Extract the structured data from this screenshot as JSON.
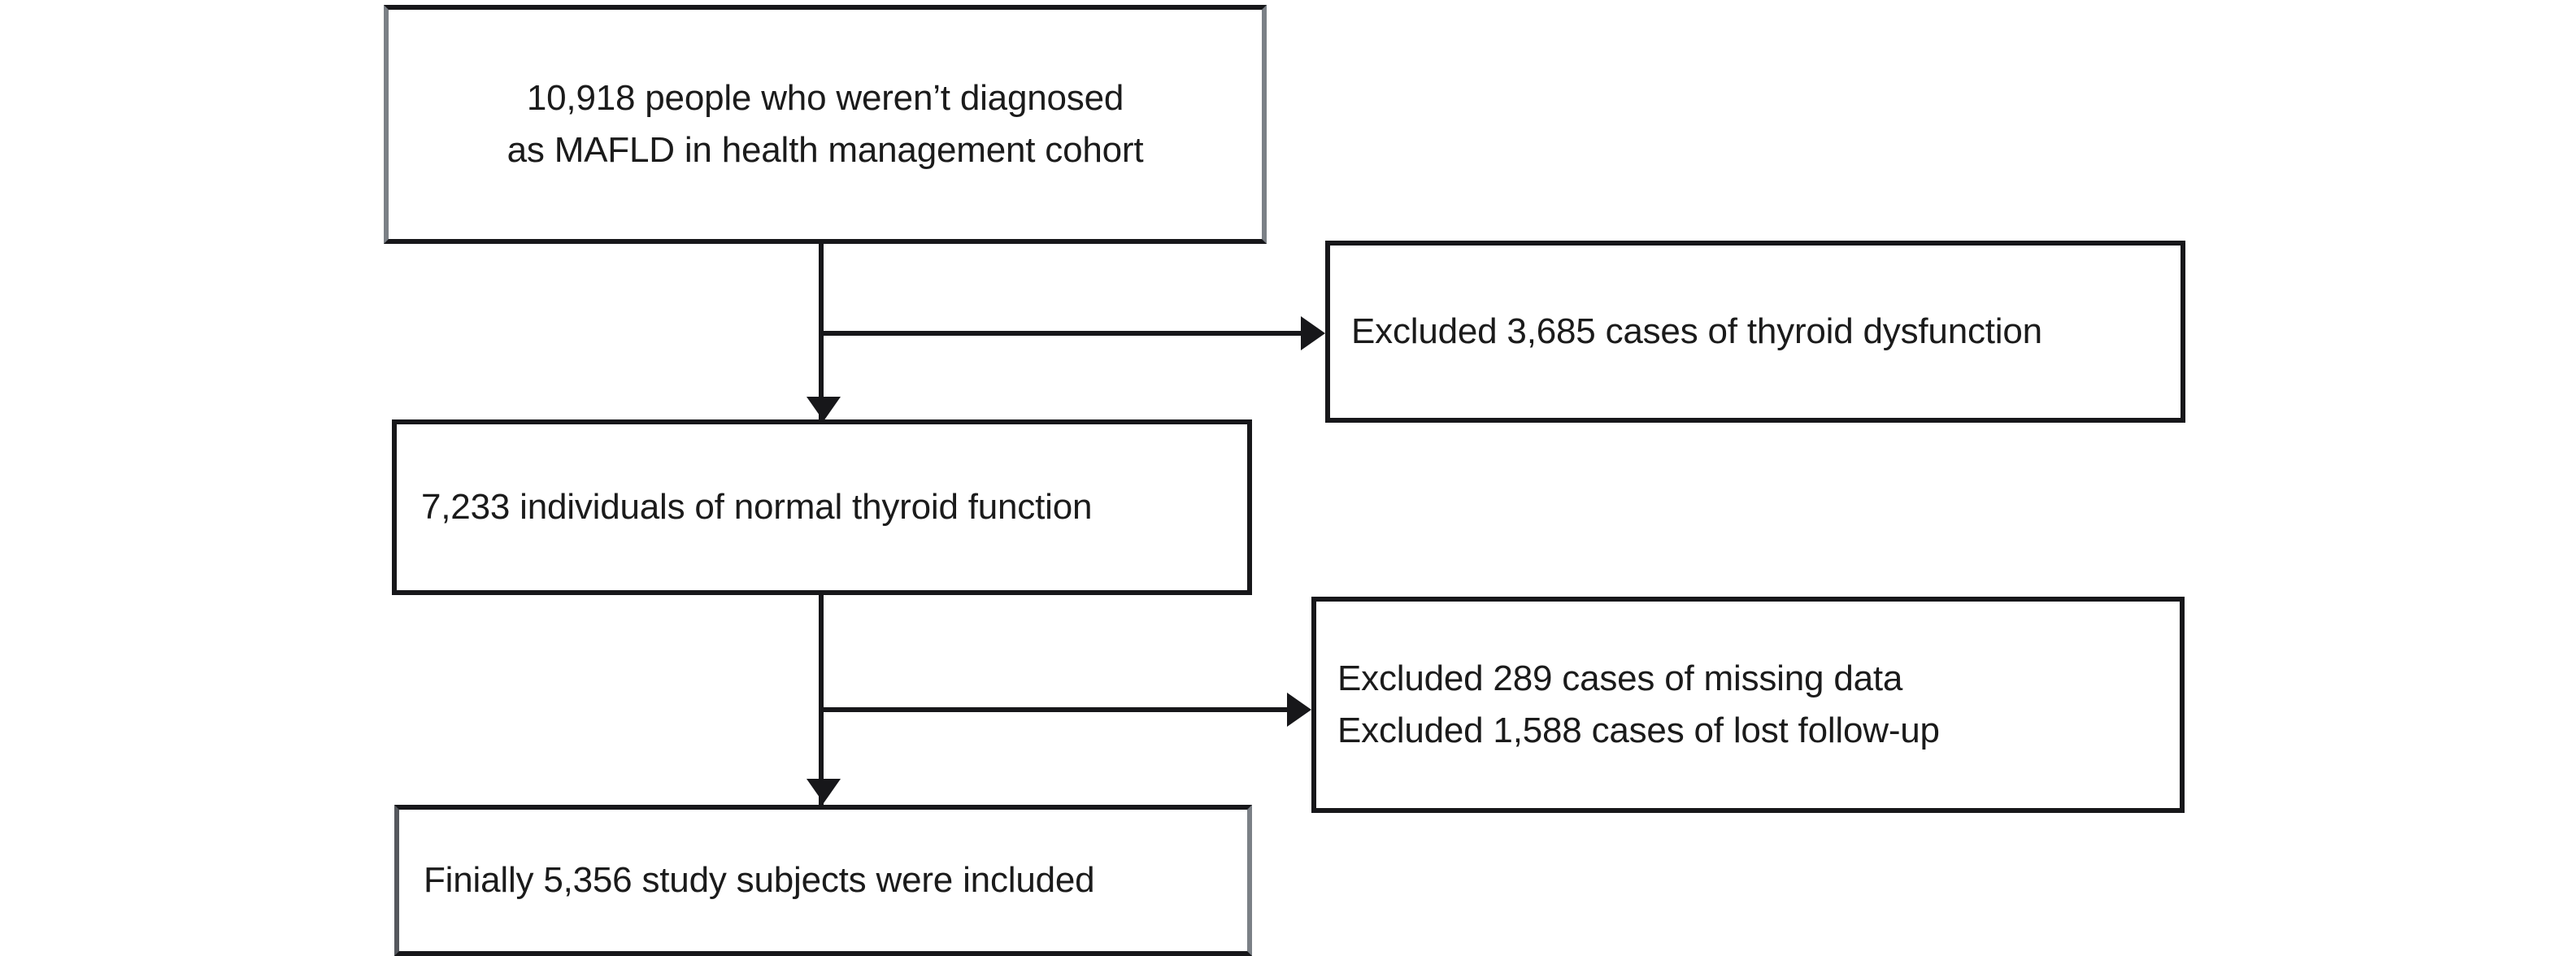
{
  "diagram": {
    "type": "study-selection-flowchart",
    "nodes": {
      "cohort": {
        "line1": "10,918 people who weren’t diagnosed",
        "line2": "as MAFLD in health management cohort"
      },
      "excluded_thyroid": {
        "line1": "Excluded 3,685 cases of thyroid dysfunction"
      },
      "normal_thyroid": {
        "line1": "7,233 individuals of normal thyroid function"
      },
      "excluded_data": {
        "line1": "Excluded 289 cases of missing data",
        "line2": "Excluded 1,588 cases of lost follow-up"
      },
      "final": {
        "line1": "Finially 5,356 study subjects were included"
      }
    },
    "colors": {
      "stroke": "#17171a",
      "stroke_light": "#7b8086",
      "text": "#1b1b1b",
      "background": "#ffffff"
    }
  },
  "chart_data": {
    "type": "diagram",
    "title": "Participant selection flow",
    "nodes": [
      {
        "id": "cohort",
        "label": "10,918 people who weren’t diagnosed as MAFLD in health management cohort",
        "value": 10918,
        "column": "main"
      },
      {
        "id": "excluded_thyroid",
        "label": "Excluded 3,685 cases of thyroid dysfunction",
        "value": 3685,
        "column": "exclusion"
      },
      {
        "id": "normal_thyroid",
        "label": "7,233 individuals of normal thyroid function",
        "value": 7233,
        "column": "main"
      },
      {
        "id": "excluded_missing",
        "label": "Excluded 289 cases of missing data",
        "value": 289,
        "column": "exclusion"
      },
      {
        "id": "excluded_lost",
        "label": "Excluded 1,588 cases of lost follow-up",
        "value": 1588,
        "column": "exclusion"
      },
      {
        "id": "final",
        "label": "Finially 5,356 study subjects were included",
        "value": 5356,
        "column": "main"
      }
    ],
    "edges": [
      {
        "from": "cohort",
        "to": "normal_thyroid",
        "kind": "down"
      },
      {
        "from": "cohort",
        "to": "excluded_thyroid",
        "kind": "branch-right"
      },
      {
        "from": "normal_thyroid",
        "to": "final",
        "kind": "down"
      },
      {
        "from": "normal_thyroid",
        "to": "excluded_data",
        "kind": "branch-right"
      }
    ]
  }
}
